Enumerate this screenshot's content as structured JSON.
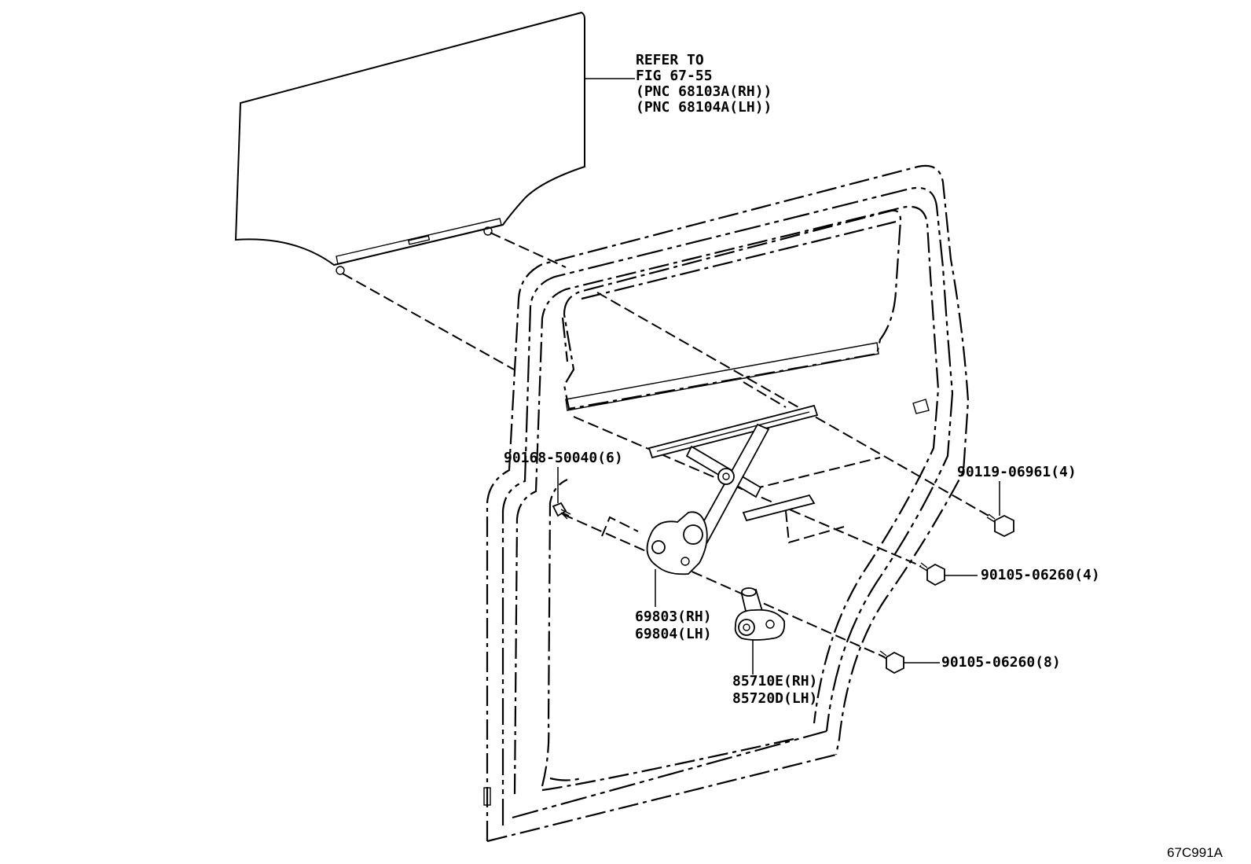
{
  "refer_note": {
    "lines": [
      "REFER TO",
      "FIG 67-55",
      "(PNC 68103A(RH))",
      "(PNC 68104A(LH))"
    ]
  },
  "callouts": {
    "bolt_90168": "90168-50040(6)",
    "bolt_90119": "90119-06961(4)",
    "bolt_90105_a": "90105-06260(4)",
    "bolt_90105_b": "90105-06260(8)",
    "regulator_rh": "69803(RH)",
    "regulator_lh": "69804(LH)",
    "motor_rh": "85710E(RH)",
    "motor_lh": "85720D(LH)"
  },
  "figure_id": "67C991A"
}
